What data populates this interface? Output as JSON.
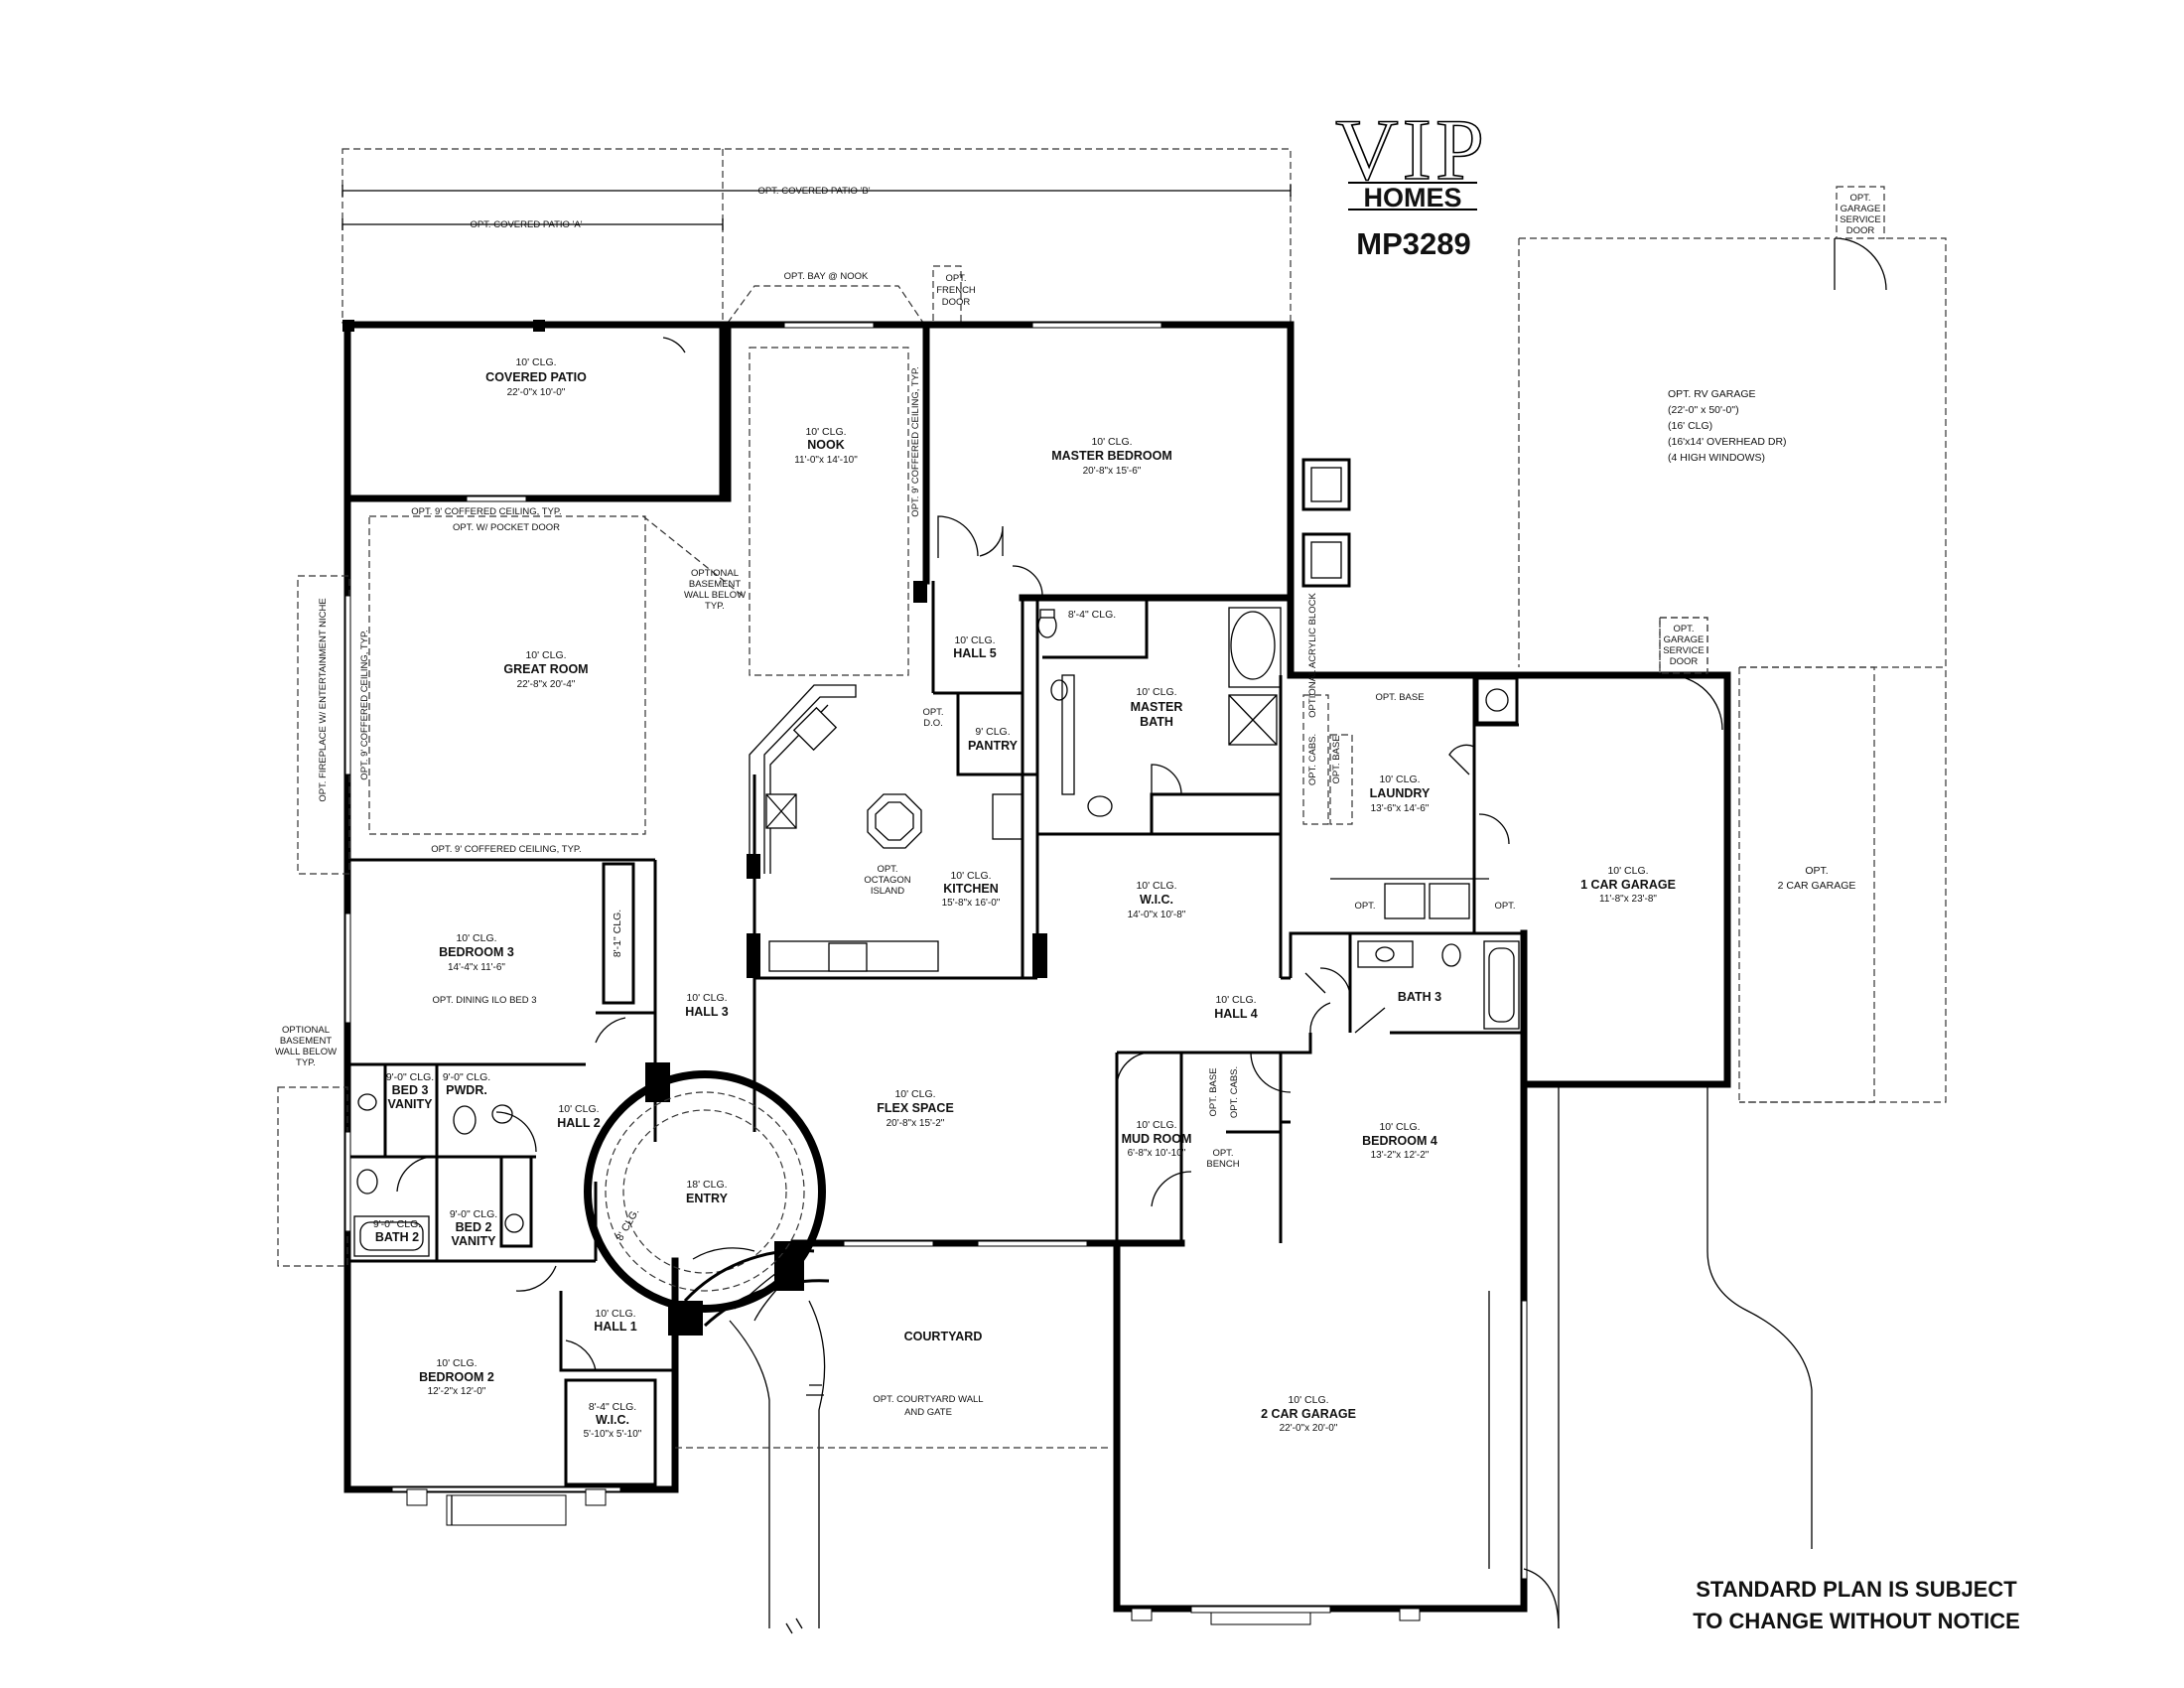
{
  "brand": {
    "logo_text": "VIP",
    "sub_text": "HOMES",
    "plan_number": "MP3289"
  },
  "notice": {
    "line1": "STANDARD PLAN IS SUBJECT",
    "line2": "TO CHANGE WITHOUT NOTICE"
  },
  "options": {
    "patio_a": "OPT. COVERED PATIO 'A'",
    "patio_b": "OPT. COVERED PATIO 'B'",
    "bay_nook": "OPT. BAY @ NOOK",
    "french_door": [
      "OPT.",
      "FRENCH",
      "DOOR"
    ],
    "rv_service_door": [
      "OPT.",
      "GARAGE",
      "SERVICE",
      "DOOR"
    ],
    "garage_service_door": [
      "OPT.",
      "GARAGE",
      "SERVICE",
      "DOOR"
    ],
    "rv_garage": [
      "OPT. RV GARAGE",
      "(22'-0\" x 50'-0\")",
      "(16' CLG)",
      "(16'x14' OVERHEAD DR)",
      "(4 HIGH WINDOWS)"
    ],
    "coffered_top_1": "OPT. 9' COFFERED CEILING, TYP.",
    "pocket_door": "OPT. W/ POCKET DOOR",
    "coffered_bottom": "OPT. 9' COFFERED CEILING, TYP.",
    "coffered_side": "OPT. 9' COFFERED CEILING, TYP.",
    "coffered_nook": "OPT. 9' COFFERED CEILING, TYP.",
    "fireplace": "OPT. FIREPLACE W/ ENTERTAINMENT NICHE",
    "basement_wall_1": [
      "OPTIONAL",
      "BASEMENT",
      "WALL BELOW",
      "TYP."
    ],
    "basement_wall_2": [
      "OPTIONAL",
      "BASEMENT",
      "WALL BELOW",
      "TYP."
    ],
    "acrylic_block": "OPTIONAL ACRYLIC BLOCK",
    "opt_base": "OPT. BASE",
    "opt_cabs": "OPT. CABS.",
    "opt_base_2": "OPT. BASE",
    "opt_1": "OPT.",
    "opt_2": "OPT.",
    "opt_do": [
      "OPT.",
      "D.O."
    ],
    "octagon_island": [
      "OPT.",
      "OCTAGON",
      "ISLAND"
    ],
    "dining_ilo_bed3": "OPT. DINING ILO BED 3",
    "two_car_opt": [
      "OPT.",
      "2 CAR GARAGE"
    ],
    "mud_base": "OPT. BASE",
    "mud_cabs": "OPT. CABS.",
    "mud_bench": [
      "OPT.",
      "BENCH"
    ],
    "courtyard_wall": [
      "OPT. COURTYARD WALL",
      "AND GATE"
    ]
  },
  "rooms": {
    "covered_patio": {
      "clg": "10' CLG.",
      "name": "COVERED PATIO",
      "dim": "22'-0\"x 10'-0\""
    },
    "nook": {
      "clg": "10' CLG.",
      "name": "NOOK",
      "dim": "11'-0\"x 14'-10\""
    },
    "master_bedroom": {
      "clg": "10' CLG.",
      "name": "MASTER BEDROOM",
      "dim": "20'-8\"x 15'-6\""
    },
    "great_room": {
      "clg": "10' CLG.",
      "name": "GREAT ROOM",
      "dim": "22'-8\"x 20'-4\""
    },
    "hall5": {
      "clg": "10' CLG.",
      "name": "HALL 5"
    },
    "master_bath": {
      "clg": "10' CLG.",
      "name": "MASTER",
      "name2": "BATH"
    },
    "master_wc": {
      "clg": "8'-4\" CLG."
    },
    "pantry": {
      "clg": "9' CLG.",
      "name": "PANTRY"
    },
    "kitchen": {
      "clg": "10' CLG.",
      "name": "KITCHEN",
      "dim": "15'-8\"x 16'-0\""
    },
    "wic_master": {
      "clg": "10' CLG.",
      "name": "W.I.C.",
      "dim": "14'-0\"x 10'-8\""
    },
    "laundry": {
      "clg": "10' CLG.",
      "name": "LAUNDRY",
      "dim": "13'-6\"x 14'-6\""
    },
    "garage1": {
      "clg": "10' CLG.",
      "name": "1 CAR GARAGE",
      "dim": "11'-8\"x 23'-8\""
    },
    "bedroom3": {
      "clg": "10' CLG.",
      "name": "BEDROOM 3",
      "dim": "14'-4\"x 11'-6\""
    },
    "closet_b3": {
      "clg": "8'-1\" CLG."
    },
    "hall3": {
      "clg": "10' CLG.",
      "name": "HALL 3"
    },
    "hall4": {
      "clg": "10' CLG.",
      "name": "HALL 4"
    },
    "bath3": {
      "name": "BATH 3"
    },
    "bed3_vanity": {
      "clg": "9'-0\" CLG.",
      "name": "BED 3",
      "name2": "VANITY"
    },
    "pwdr": {
      "clg": "9'-0\" CLG.",
      "name": "PWDR."
    },
    "hall2": {
      "clg": "10' CLG.",
      "name": "HALL 2"
    },
    "flex_space": {
      "clg": "10' CLG.",
      "name": "FLEX SPACE",
      "dim": "20'-8\"x 15'-2\""
    },
    "mud_room": {
      "clg": "10' CLG.",
      "name": "MUD ROOM",
      "dim": "6'-8\"x 10'-10\""
    },
    "bedroom4": {
      "clg": "10' CLG.",
      "name": "BEDROOM 4",
      "dim": "13'-2\"x 12'-2\""
    },
    "entry": {
      "clg": "18' CLG.",
      "name": "ENTRY",
      "sub": "8' CLG."
    },
    "bath2": {
      "clg": "9'-0\" CLG.",
      "name": "BATH 2"
    },
    "bed2_vanity": {
      "clg": "9'-0\" CLG.",
      "name": "BED 2",
      "name2": "VANITY"
    },
    "hall1": {
      "clg": "10' CLG.",
      "name": "HALL 1"
    },
    "bedroom2": {
      "clg": "10' CLG.",
      "name": "BEDROOM 2",
      "dim": "12'-2\"x 12'-0\""
    },
    "wic_b2": {
      "clg": "8'-4\" CLG.",
      "name": "W.I.C.",
      "dim": "5'-10\"x 5'-10\""
    },
    "courtyard": {
      "name": "COURTYARD"
    },
    "garage2": {
      "clg": "10' CLG.",
      "name": "2 CAR GARAGE",
      "dim": "22'-0\"x 20'-0\""
    }
  }
}
